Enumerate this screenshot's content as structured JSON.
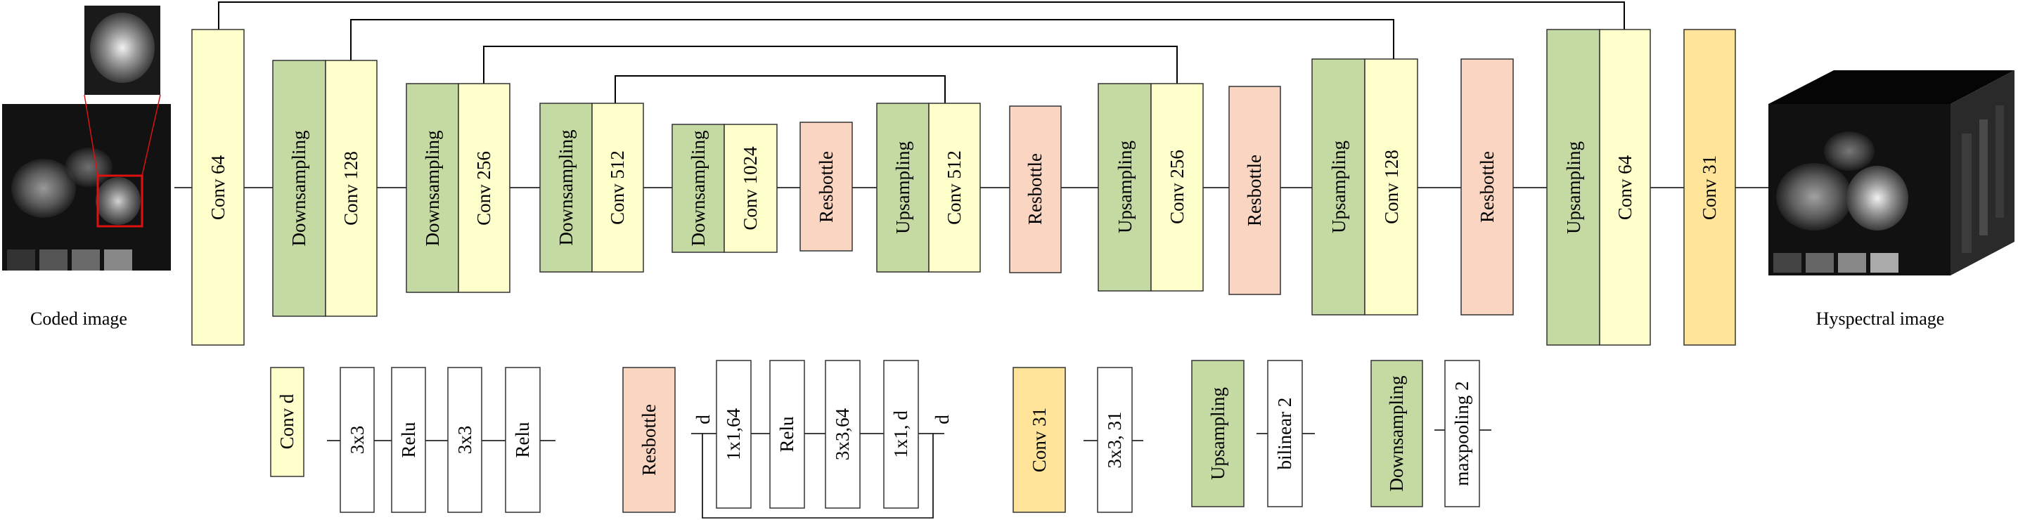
{
  "colors": {
    "conv": "#ffffcc",
    "updown": "#c5d9a3",
    "resbottle": "#fad5c2",
    "conv_out": "#ffe49a",
    "op": "#ffffff",
    "crop_highlight": "#dd1111"
  },
  "captions": {
    "input": "Coded image",
    "output": "Hyspectral image"
  },
  "main_path": {
    "conv_in": "Conv 64",
    "downsampling": "Downsampling",
    "upsampling": "Upsampling",
    "resbottle": "Resbottle",
    "conv_128": "Conv 128",
    "conv_256": "Conv 256",
    "conv_512": "Conv 512",
    "conv_1024": "Conv 1024",
    "conv_64": "Conv 64",
    "conv_out": "Conv 31"
  },
  "legend": {
    "conv_block": {
      "label": "Conv d",
      "ops": [
        "3x3",
        "Relu",
        "3x3",
        "Relu"
      ]
    },
    "resbottle_block": {
      "label": "Resbottle",
      "ops": [
        "1x1,64",
        "Relu",
        "3x3,64",
        "1x1, d"
      ],
      "in_dim": "d",
      "out_dim": "d"
    },
    "conv31_block": {
      "label": "Conv 31",
      "ops": [
        "3x3, 31"
      ]
    },
    "upsampling_block": {
      "label": "Upsampling",
      "ops": [
        "bilinear 2"
      ]
    },
    "downsampling_block": {
      "label": "Downsampling",
      "ops": [
        "maxpooling 2"
      ]
    }
  }
}
